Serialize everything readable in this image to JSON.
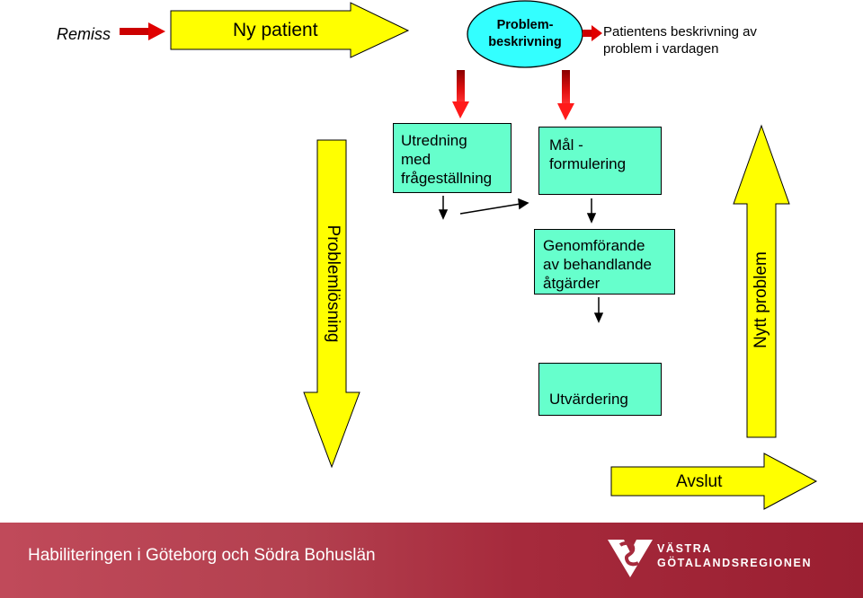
{
  "top_row": {
    "remiss": "Remiss",
    "ny_patient": "Ny patient",
    "problembeskrivning_line1": "Problem-",
    "problembeskrivning_line2": "beskrivning",
    "patient_description_line1": "Patientens beskrivning av",
    "patient_description_line2": "problem i vardagen"
  },
  "boxes": {
    "utredning": [
      "Utredning",
      "med",
      "frågeställning"
    ],
    "mal": [
      "Mål -",
      "formulering"
    ],
    "genomforande": [
      "Genomförande",
      "av behandlande",
      "åtgärder"
    ],
    "utvardering": "Utvärdering"
  },
  "arrows": {
    "problemlosning": "Problemlösning",
    "nytt_problem": "Nytt problem",
    "avslut": "Avslut"
  },
  "footer": {
    "organization": "Habiliteringen i Göteborg och Södra Bohuslän",
    "logo_line1": "VÄSTRA",
    "logo_line2": "GÖTALANDSREGIONEN"
  },
  "colors": {
    "yellow": "#ffff00",
    "teal_box": "#66ffcc",
    "cyan_ellipse": "#33ffff",
    "red_arrow": "#ff0000",
    "footer_red": "#a62a3c"
  }
}
